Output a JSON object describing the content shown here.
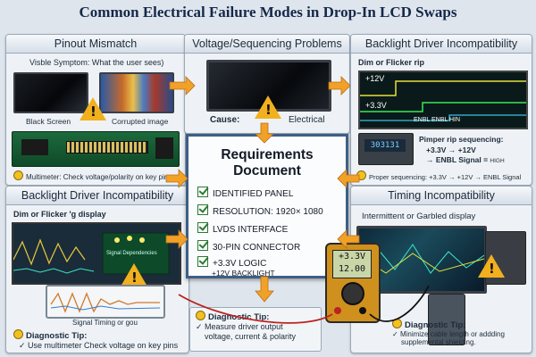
{
  "title": "Common Electrical Failure Modes in Drop-In LCD Swaps",
  "panels": {
    "pinout": {
      "heading": "Pinout Mismatch",
      "symptom": "Visble Symptom: What the user sees)",
      "black_screen": "Black Screen",
      "corrupted": "Corrupted image",
      "multimeter": "Multimeter: Check voltage/polarity on key pins"
    },
    "voltage": {
      "heading": "Voltage/Sequencing Problems",
      "cause": "Cause:",
      "electrical": "Electrical"
    },
    "backlight_top": {
      "heading": "Backlight Driver Incompatibility",
      "dim": "Dim or Flicker rip",
      "v12": "+12V",
      "v33": "+3.3V",
      "signals": "ENBL   ENBL   HIN",
      "display": "303131",
      "seq_title": "Pimper rip sequencing:",
      "seq1": "+3.3V → +12V",
      "seq2": "ENBL Signal",
      "seq2b": "HIGH",
      "proper": "Proper sequencing: +3.3V → +12V → ENBL Signal"
    },
    "backlight_bottom": {
      "heading": "Backlight Driver Incompatibility",
      "dim": "Dim or Flicker 'g display",
      "scope_label": "Signal Dependencies",
      "signal": "Signal Timing or gou",
      "tip_title": "Diagnostic Tip:",
      "tip_text": "Use multimeter Check voltage on key pins"
    },
    "timing": {
      "heading": "Timing Incompatibility",
      "subtitle": "Intermittent or Garbled display",
      "tip_title": "Diagnostic Tip:",
      "tip_text1": "Minimize cable length or addding",
      "tip_text2": "supplemental shielding."
    },
    "center_tip": {
      "title": "Diagnostic Tip:",
      "line1": "Measure driver output",
      "line2": "voltage, current & polarity"
    }
  },
  "requirements": {
    "heading1": "Requirements",
    "heading2": "Document",
    "items": [
      "IDENTIFIED PANEL",
      "RESOLUTION: 1920× 1080",
      "LVDS INTERFACE",
      "30-PIN CONNECTOR",
      "+3.3V LOGIC"
    ],
    "item5b": "+12V BACKLIGHT"
  },
  "meter": {
    "reading1": "+3.3V",
    "reading2": "12.00"
  },
  "colors": {
    "accent": "#f2a127",
    "warning": "#f2b01e",
    "check": "#2c7a32",
    "frame": "#3d5f86"
  }
}
